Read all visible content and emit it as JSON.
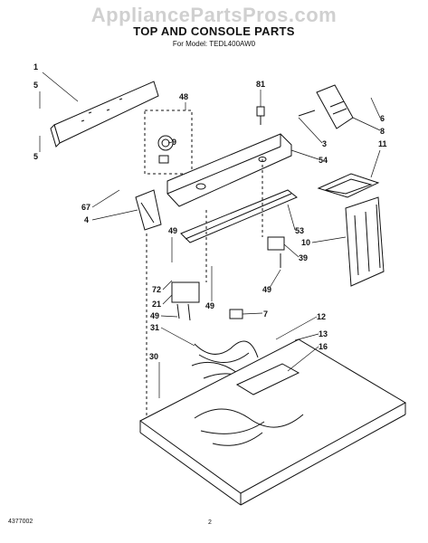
{
  "watermark": "AppliancePartsPros.com",
  "title": "TOP AND CONSOLE PARTS",
  "subtitle": "For Model: TEDL400AW0",
  "footer": {
    "doc_number": "4377002",
    "page": "2"
  },
  "part_numbers": [
    "1",
    "5",
    "5",
    "48",
    "9",
    "81",
    "6",
    "8",
    "3",
    "54",
    "11",
    "67",
    "4",
    "49",
    "53",
    "10",
    "39",
    "72",
    "21",
    "49",
    "49",
    "49",
    "7",
    "12",
    "31",
    "13",
    "30",
    "16"
  ]
}
